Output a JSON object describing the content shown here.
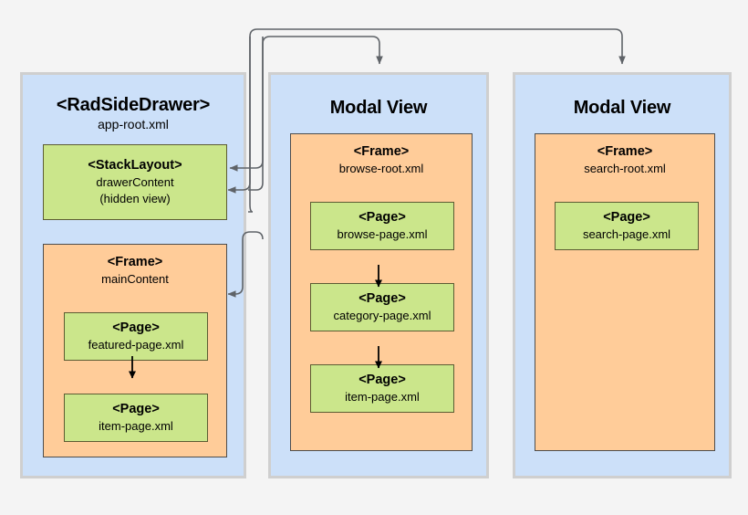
{
  "background_color": "#f4f4f4",
  "palette": {
    "container_fill": "#cce0f9",
    "container_border": "#cfcfcf",
    "frame_fill": "#ffcc99",
    "frame_border": "#4d4d4d",
    "page_fill": "#cbe68b",
    "page_border": "#5c5c33",
    "flow_arrow": "#000000",
    "modal_arrow": "#5f6368"
  },
  "columns": [
    {
      "id": "drawer",
      "header": {
        "title": "<RadSideDrawer>",
        "subtitle": "app-root.xml"
      },
      "nodes": [
        {
          "id": "stacklayout",
          "kind": "page",
          "title": "<StackLayout>",
          "subtitle": "drawerContent",
          "subtitle2": "(hidden view)"
        },
        {
          "id": "maincontent",
          "kind": "frame",
          "title": "<Frame>",
          "subtitle": "mainContent",
          "children": [
            {
              "id": "featured",
              "kind": "page",
              "title": "<Page>",
              "subtitle": "featured-page.xml"
            },
            {
              "id": "itempage-left",
              "kind": "page",
              "title": "<Page>",
              "subtitle": "item-page.xml"
            }
          ]
        }
      ]
    },
    {
      "id": "browse",
      "header": {
        "title": "Modal View",
        "subtitle": ""
      },
      "nodes": [
        {
          "id": "browseroot",
          "kind": "frame",
          "title": "<Frame>",
          "subtitle": "browse-root.xml",
          "children": [
            {
              "id": "browsepage",
              "kind": "page",
              "title": "<Page>",
              "subtitle": "browse-page.xml"
            },
            {
              "id": "categorypage",
              "kind": "page",
              "title": "<Page>",
              "subtitle": "category-page.xml"
            },
            {
              "id": "itempage-mid",
              "kind": "page",
              "title": "<Page>",
              "subtitle": "item-page.xml"
            }
          ]
        }
      ]
    },
    {
      "id": "search",
      "header": {
        "title": "Modal View",
        "subtitle": ""
      },
      "nodes": [
        {
          "id": "searchroot",
          "kind": "frame",
          "title": "<Frame>",
          "subtitle": "search-root.xml",
          "children": [
            {
              "id": "searchpage",
              "kind": "page",
              "title": "<Page>",
              "subtitle": "search-page.xml"
            }
          ]
        }
      ]
    }
  ],
  "connections": [
    {
      "id": "featured-to-item-left",
      "from": "featured",
      "to": "itempage-left",
      "style": "straight-down"
    },
    {
      "id": "browse-to-category",
      "from": "browsepage",
      "to": "categorypage",
      "style": "straight-down"
    },
    {
      "id": "category-to-item-mid",
      "from": "categorypage",
      "to": "itempage-mid",
      "style": "straight-down"
    },
    {
      "id": "drawer-to-browse-modal",
      "from": "stacklayout",
      "to": "browse",
      "style": "orthogonal-up-over"
    },
    {
      "id": "drawer-to-search-modal",
      "from": "stacklayout",
      "to": "search",
      "style": "orthogonal-up-over"
    },
    {
      "id": "browse-back-to-drawer",
      "from": "browse",
      "to": "stacklayout",
      "style": "orthogonal-return"
    },
    {
      "id": "search-back-to-drawer",
      "from": "search",
      "to": "stacklayout",
      "style": "orthogonal-return"
    },
    {
      "id": "modal-back-to-maincontent",
      "from": "browse",
      "to": "maincontent",
      "style": "orthogonal-return"
    }
  ]
}
